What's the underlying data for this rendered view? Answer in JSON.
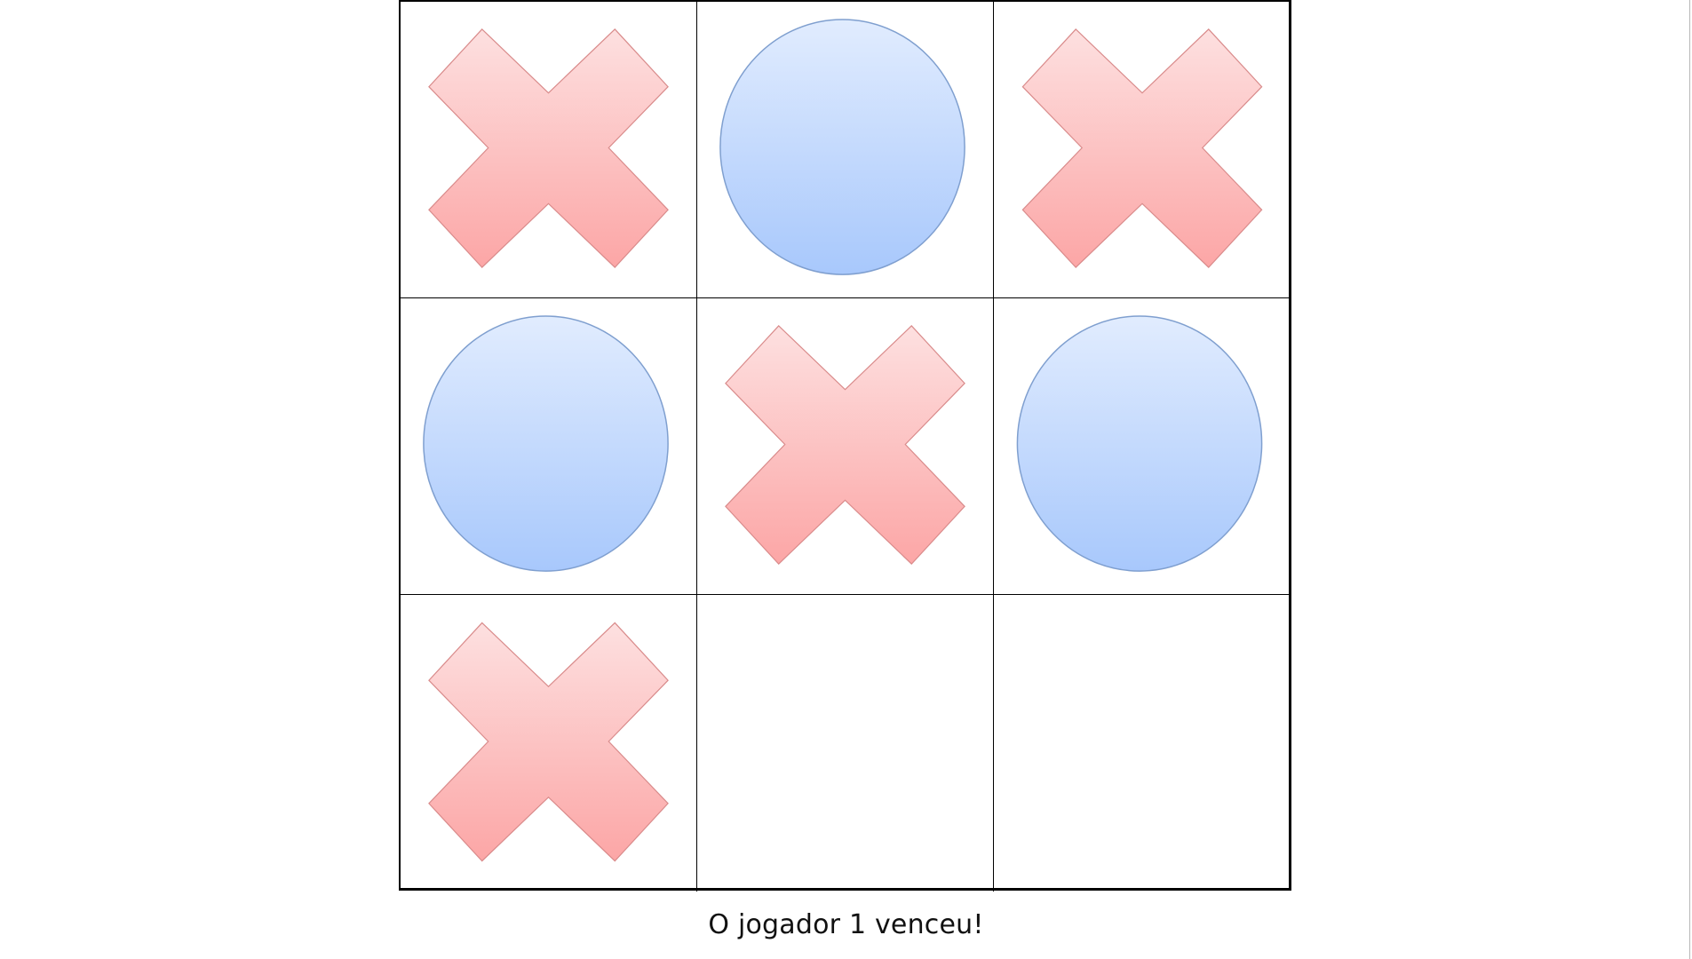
{
  "board": {
    "cells": [
      {
        "row": 1,
        "col": 1,
        "mark": "X"
      },
      {
        "row": 1,
        "col": 2,
        "mark": "O"
      },
      {
        "row": 1,
        "col": 3,
        "mark": "X"
      },
      {
        "row": 2,
        "col": 1,
        "mark": "O"
      },
      {
        "row": 2,
        "col": 2,
        "mark": "X"
      },
      {
        "row": 2,
        "col": 3,
        "mark": "O"
      },
      {
        "row": 3,
        "col": 1,
        "mark": "X"
      },
      {
        "row": 3,
        "col": 2,
        "mark": ""
      },
      {
        "row": 3,
        "col": 3,
        "mark": ""
      }
    ]
  },
  "icons": {
    "X": "x-mark-icon",
    "O": "o-mark-icon"
  },
  "colors": {
    "x_fill_top": "#fde0e0",
    "x_fill_bottom": "#fca6a6",
    "x_stroke": "#d98b8b",
    "o_fill_top": "#e1ecfe",
    "o_fill_bottom": "#a8c8fc",
    "o_stroke": "#7f9fcf",
    "grid": "#000000"
  },
  "status": {
    "message": "O jogador 1 venceu!"
  }
}
